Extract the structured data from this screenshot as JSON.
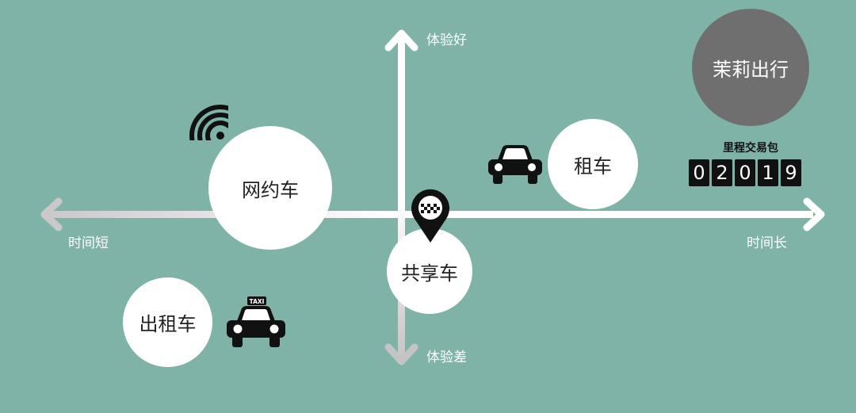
{
  "axes": {
    "x_left_label": "时间短",
    "x_right_label": "时间长",
    "y_top_label": "体验好",
    "y_bottom_label": "体验差"
  },
  "bubbles": {
    "wangyue": "网约车",
    "zuche": "租车",
    "gongxiang": "共享车",
    "chuzu": "出租车"
  },
  "brand": {
    "name": "茉莉出行"
  },
  "mileage": {
    "title": "里程交易包",
    "digits": [
      "0",
      "2",
      "0",
      "1",
      "9"
    ]
  },
  "icons": {
    "taxi_sign": "TAXI",
    "names": [
      "wifi-icon",
      "car-icon",
      "taxi-icon",
      "taxi-location-pin-icon"
    ]
  },
  "colors": {
    "background": "#7fb3a8",
    "bubble": "#ffffff",
    "brand_circle": "#6f6f6f",
    "icon": "#111111"
  }
}
